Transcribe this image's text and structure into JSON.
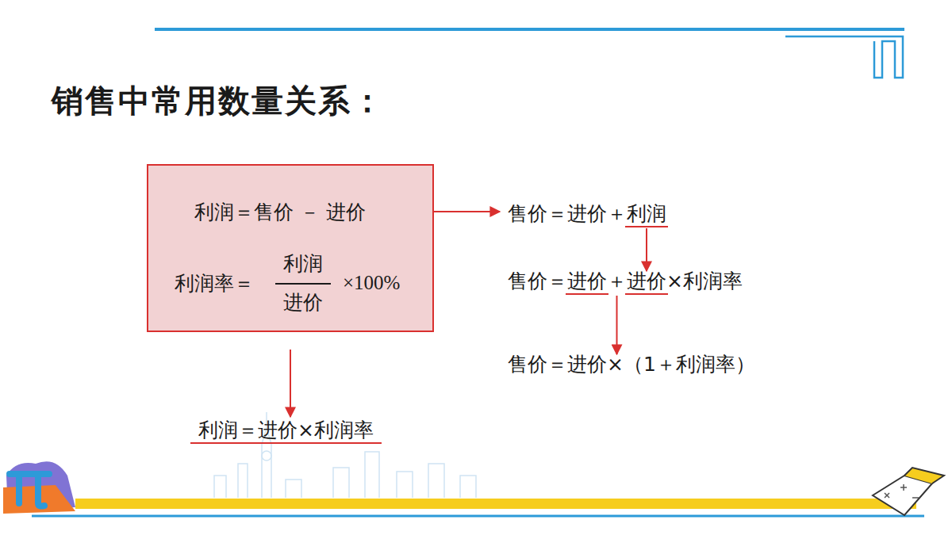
{
  "diagram": {
    "title": "销售中常用数量关系：",
    "nodes": [
      {
        "text": [
          "利润＝售价 － 进价",
          "利润率＝",
          "利润",
          "进价",
          "×100%"
        ]
      }
    ],
    "labels": [
      "售价＝进价＋",
      "利润",
      "售价＝",
      "进价",
      "＋",
      "进价",
      "×利润率",
      "售价＝进价×（1＋利润率）",
      "利润＝进价×利润率"
    ]
  }
}
